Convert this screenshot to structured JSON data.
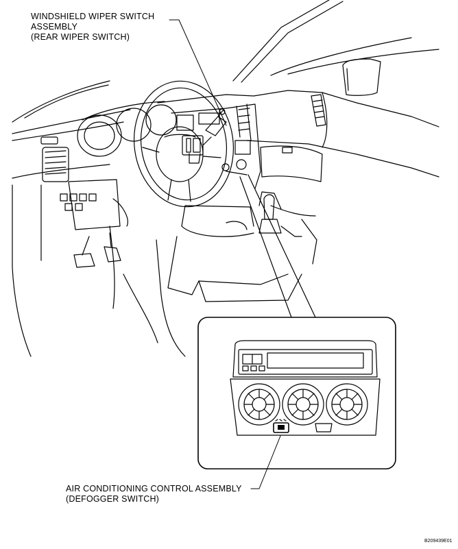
{
  "labels": {
    "wiper_line1": "WINDSHIELD WIPER SWITCH",
    "wiper_line2": "ASSEMBLY",
    "wiper_line3": "(REAR WIPER SWITCH)",
    "ac_line1": "AIR CONDITIONING CONTROL ASSEMBLY",
    "ac_line2": "(DEFOGGER SWITCH)",
    "figure_code": "B209439E01"
  },
  "colors": {
    "line": "#000000",
    "background": "#ffffff"
  }
}
